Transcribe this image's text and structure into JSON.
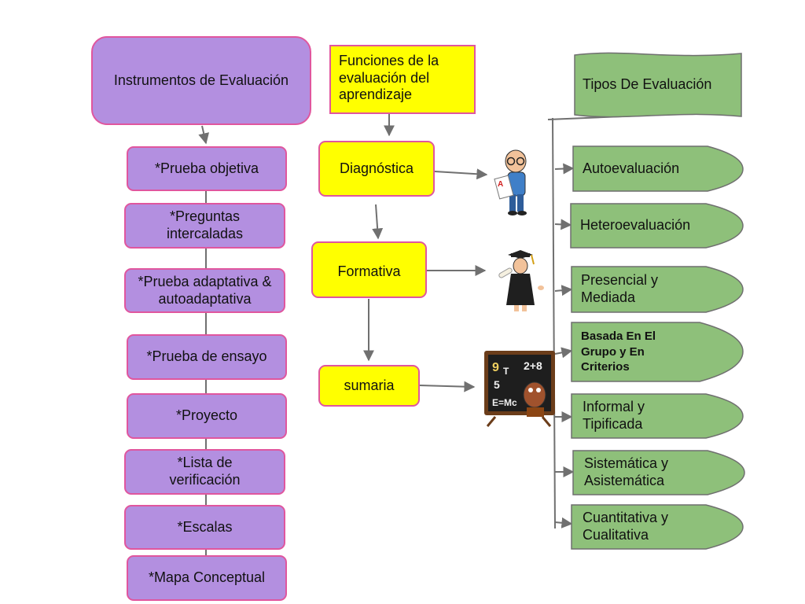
{
  "left_column": {
    "header": "Instrumentos de Evaluación",
    "items": [
      "*Prueba objetiva",
      "*Preguntas intercaladas",
      "*Prueba adaptativa & autoadaptativa",
      "*Prueba de ensayo",
      "*Proyecto",
      "*Lista de verificación",
      "*Escalas",
      "*Mapa Conceptual"
    ]
  },
  "middle_column": {
    "header": "Funciones de la evaluación del aprendizaje",
    "items": [
      "Diagnóstica",
      "Formativa",
      "sumaria"
    ]
  },
  "right_column": {
    "header": "Tipos De Evaluación",
    "items": [
      "Autoevaluación",
      "Heteroevaluación",
      "Presencial y Mediada",
      "Basada En El Grupo y  En Criterios",
      "Informal y Tipificada",
      "Sistemática y Asistemática",
      "Cuantitativa y Cualitativa"
    ]
  },
  "colors": {
    "purple_fill": "#b38fe0",
    "pink_border": "#e0569e",
    "yellow_fill": "#ffff00",
    "green_fill": "#8ec07a",
    "green_border": "#6f6f6f",
    "arrow": "#707070"
  },
  "illustrations": [
    "student-with-test-icon",
    "graduate-with-diploma-icon",
    "chalkboard-math-icon"
  ]
}
